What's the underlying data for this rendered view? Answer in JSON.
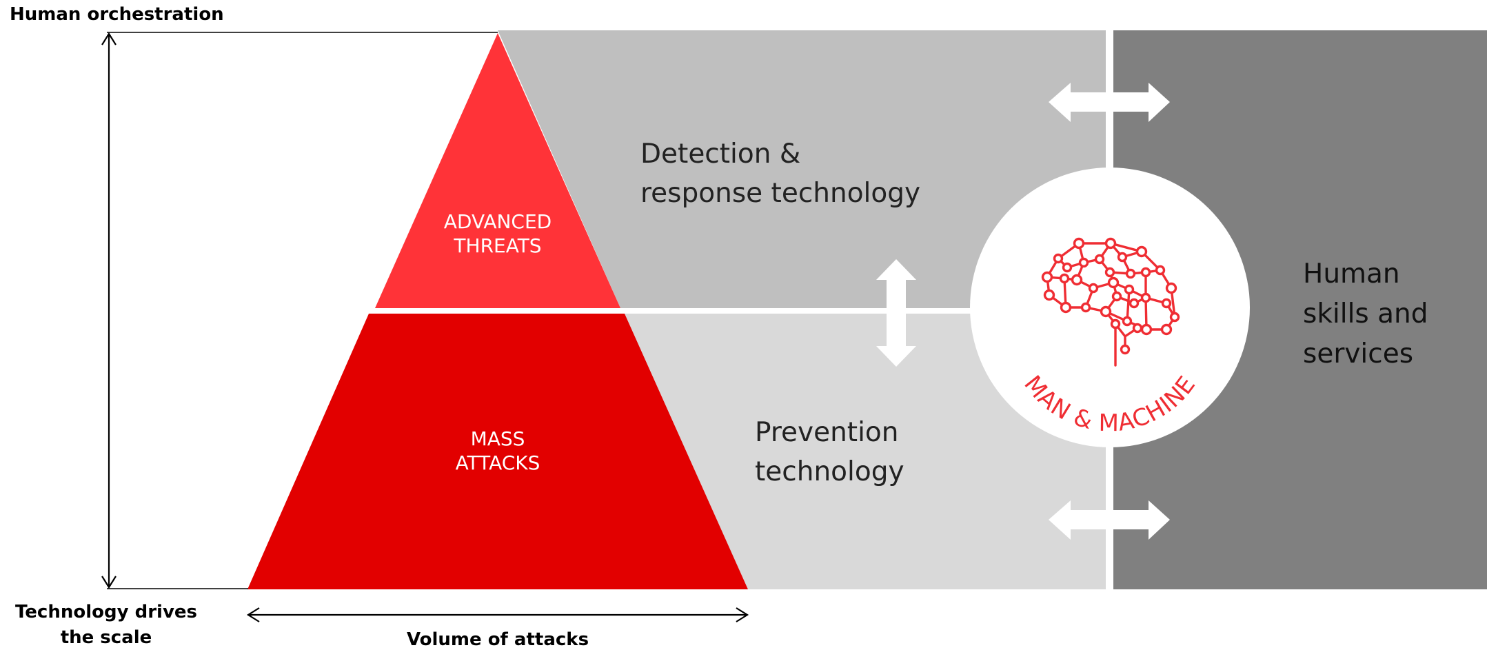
{
  "labels": {
    "top_left": "Human orchestration",
    "bottom_left_line1": "Technology drives",
    "bottom_left_line2": "the scale",
    "bottom_axis": "Volume of attacks"
  },
  "pyramid": {
    "upper_line1": "ADVANCED",
    "upper_line2": "THREATS",
    "lower_line1": "MASS",
    "lower_line2": "ATTACKS"
  },
  "bands": {
    "detection_line1": "Detection &",
    "detection_line2": "response technology",
    "prevention_line1": "Prevention",
    "prevention_line2": "technology",
    "human_line1": "Human",
    "human_line2": "skills and",
    "human_line3": "services"
  },
  "hub": {
    "label": "MAN & MACHINE",
    "icon": "brain-network-icon"
  },
  "colors": {
    "advanced_threats": "#ff3338",
    "mass_attacks": "#e20000",
    "detection_band": "#bfbfbf",
    "prevention_band": "#d9d9d9",
    "human_band": "#808080",
    "hub_text": "#ef2d33"
  }
}
